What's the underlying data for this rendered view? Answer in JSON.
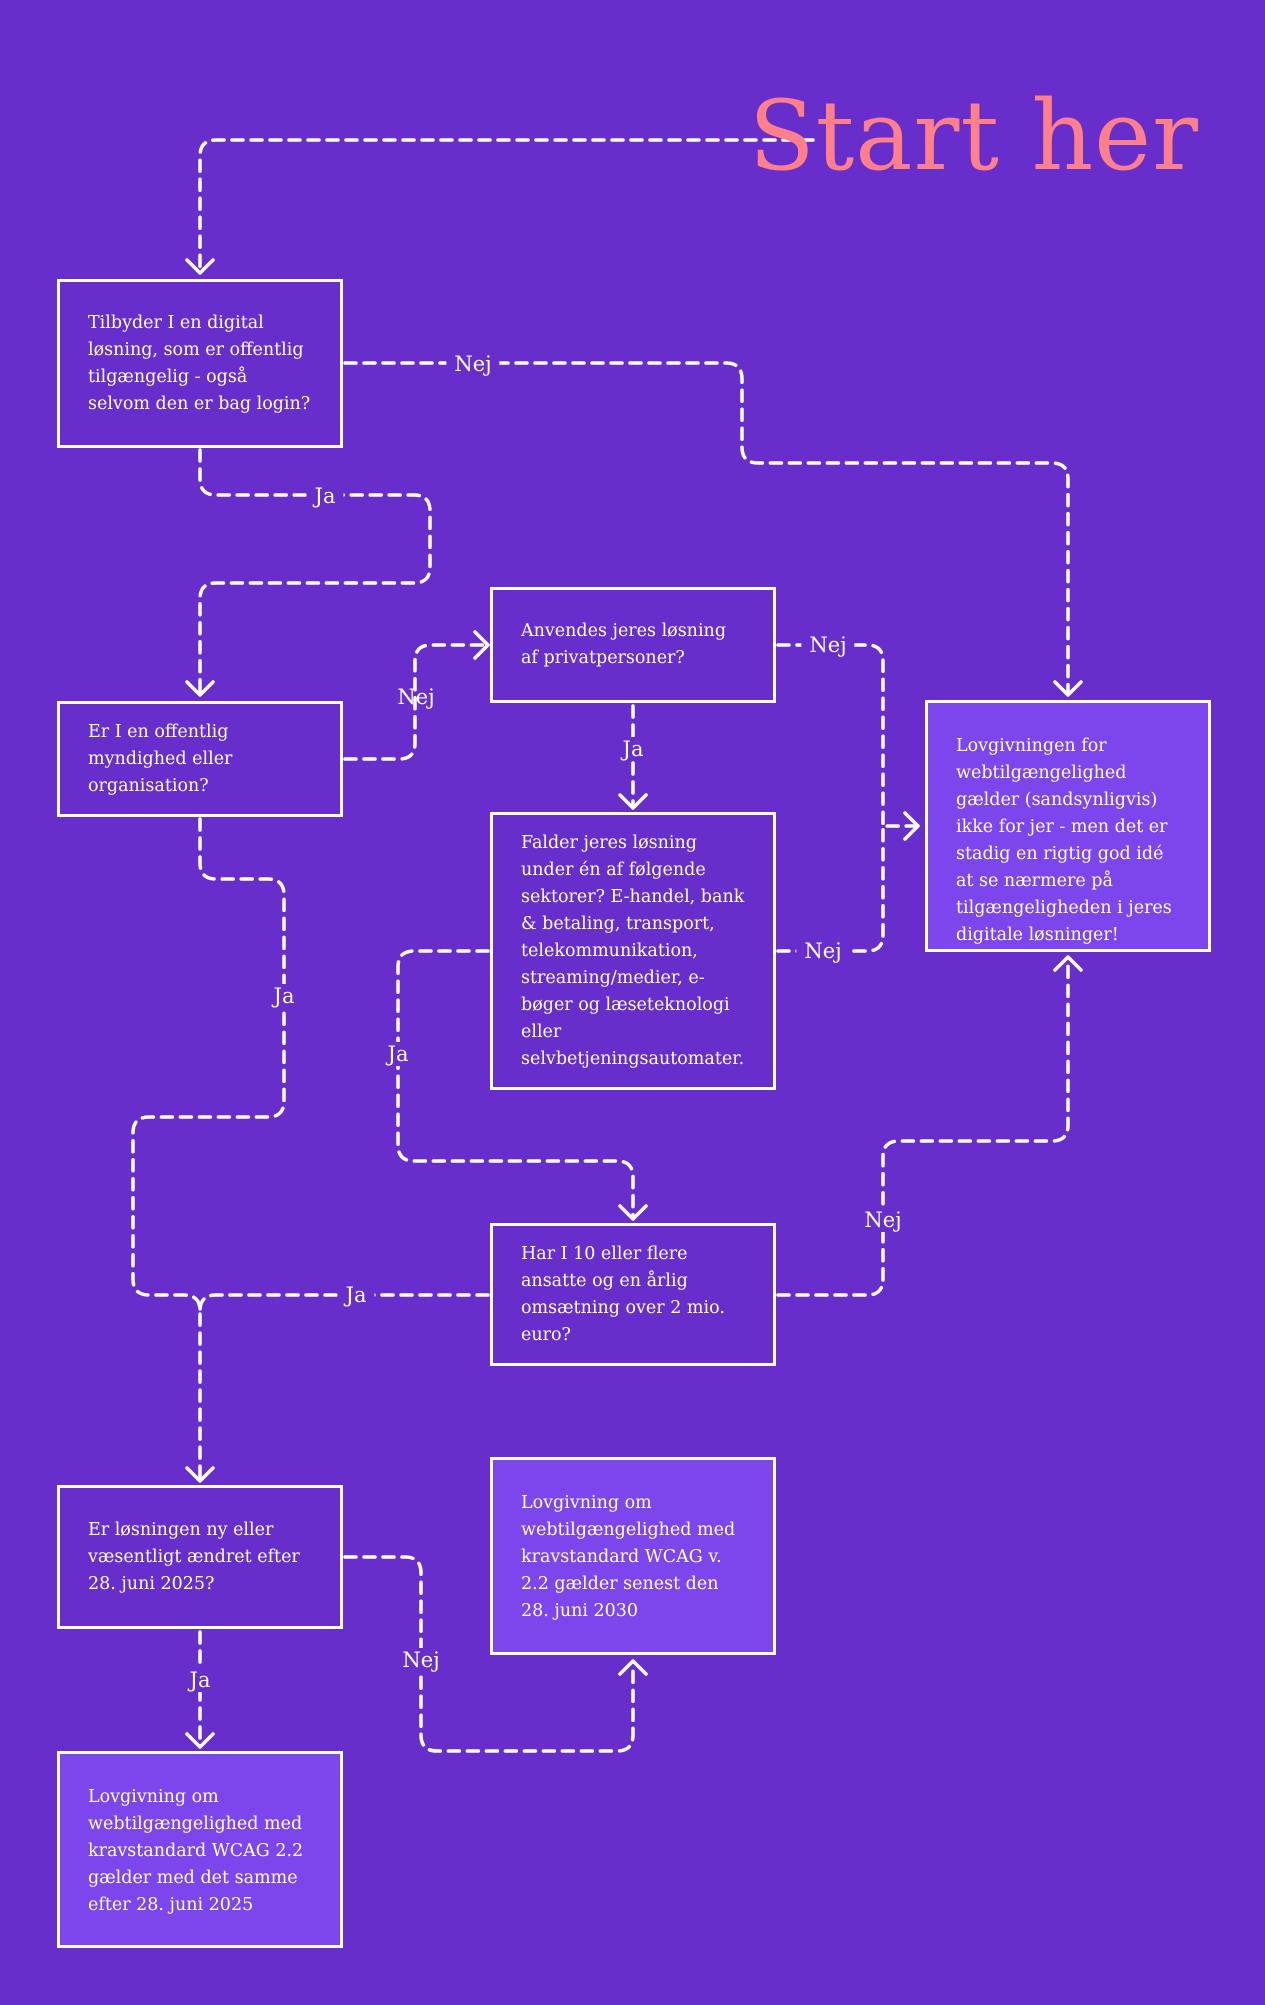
{
  "title": "Start her",
  "nodes": {
    "q_public": "Tilbyder I en digital løsning, som er offentlig tilgængelig - også selvom den er bag login?",
    "q_authority": "Er I en offentlig myndighed eller organisation?",
    "q_private": "Anvendes jeres løsning af privatpersoner?",
    "q_sectors": "Falder jeres løsning under én af følgende sektorer? E-handel, bank & betaling, transport, telekommunikation, streaming/medier, e-bøger og læseteknologi eller selvbetjeningsautomater.",
    "q_size": "Har I 10 eller flere ansatte og en årlig omsætning over 2 mio. euro?",
    "q_new": "Er løsningen ny eller væsentligt ændret efter 28. juni 2025?",
    "r_not_apply": "Lovgivningen for webtilgængelighed gælder (sandsynligvis) ikke for jer - men det er stadig en rigtig god idé at se nærmere på tilgængeligheden i jeres digitale løsninger!",
    "r_2030": "Lovgivning om webtilgængelighed med kravstandard WCAG v. 2.2 gælder senest den 28. juni 2030",
    "r_now": "Lovgivning om webtilgængelighed med kravstandard WCAG 2.2 gælder med det samme efter 28. juni 2025"
  },
  "labels": {
    "yes": "Ja",
    "no": "Nej"
  },
  "colors": {
    "background": "#672ecc",
    "result_box": "#7d45ec",
    "title": "#ff7f8a",
    "line": "#ffffff"
  }
}
